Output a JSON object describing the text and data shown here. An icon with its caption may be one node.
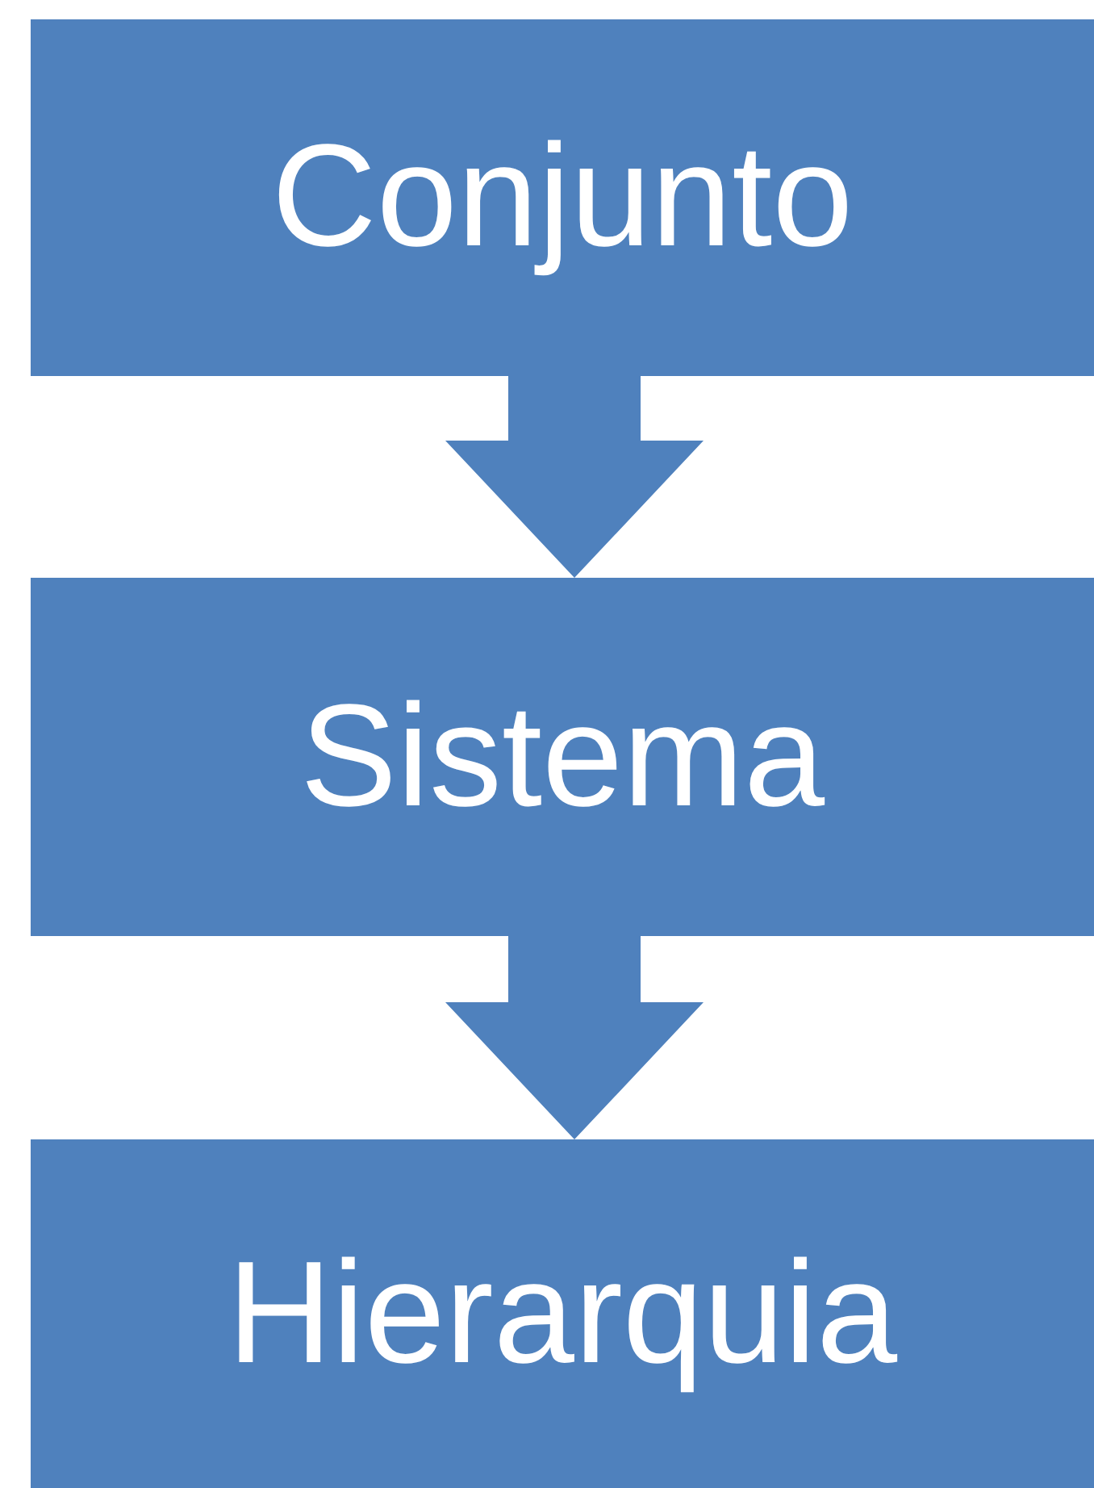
{
  "diagram": {
    "nodes": [
      {
        "text": [
          "Conjunto"
        ]
      },
      {
        "text": [
          "Sistema"
        ]
      },
      {
        "text": [
          "Hierarquia"
        ]
      }
    ],
    "edges": [
      {
        "from": 0,
        "to": 1,
        "arrow": "to"
      },
      {
        "from": 1,
        "to": 2,
        "arrow": "to"
      }
    ]
  }
}
